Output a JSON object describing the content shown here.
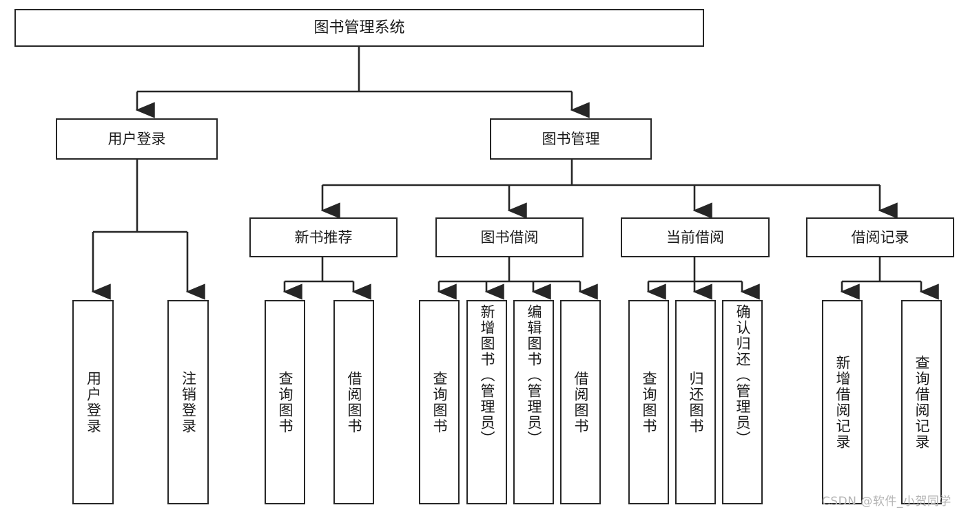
{
  "diagram": {
    "type": "tree-hierarchy",
    "title": "图书管理系统",
    "colors": {
      "box_border": "#262626",
      "box_fill": "#ffffff",
      "connector": "#262626",
      "text": "#1a1a1a",
      "watermark": "#b4b4b4"
    },
    "root": {
      "label": "图书管理系统"
    },
    "tier1": [
      {
        "id": "user-login",
        "label": "用户登录"
      },
      {
        "id": "book-manage",
        "label": "图书管理"
      }
    ],
    "tier2": [
      {
        "id": "new-book-rec",
        "label": "新书推荐"
      },
      {
        "id": "book-borrow",
        "label": "图书借阅"
      },
      {
        "id": "current-borrow",
        "label": "当前借阅"
      },
      {
        "id": "borrow-record",
        "label": "借阅记录"
      }
    ],
    "leaves": {
      "user_login": [
        {
          "id": "leaf-user-login",
          "label": "用户登录"
        },
        {
          "id": "leaf-logout",
          "label": "注销登录"
        }
      ],
      "new_book_rec": [
        {
          "id": "leaf-query-book-1",
          "label": "查询图书"
        },
        {
          "id": "leaf-borrow-book-1",
          "label": "借阅图书"
        }
      ],
      "book_borrow": [
        {
          "id": "leaf-query-book-2",
          "label": "查询图书"
        },
        {
          "id": "leaf-add-book",
          "label": "新增图书（管理员）"
        },
        {
          "id": "leaf-edit-book",
          "label": "编辑图书（管理员）"
        },
        {
          "id": "leaf-borrow-book-2",
          "label": "借阅图书"
        }
      ],
      "current_borrow": [
        {
          "id": "leaf-query-book-3",
          "label": "查询图书"
        },
        {
          "id": "leaf-return-book",
          "label": "归还图书"
        },
        {
          "id": "leaf-confirm-return",
          "label": "确认归还（管理员）"
        }
      ],
      "borrow_record": [
        {
          "id": "leaf-add-record",
          "label": "新增借阅记录"
        },
        {
          "id": "leaf-query-record",
          "label": "查询借阅记录"
        }
      ]
    }
  },
  "watermark": {
    "text": "CSDN @软件_小贺同学"
  }
}
